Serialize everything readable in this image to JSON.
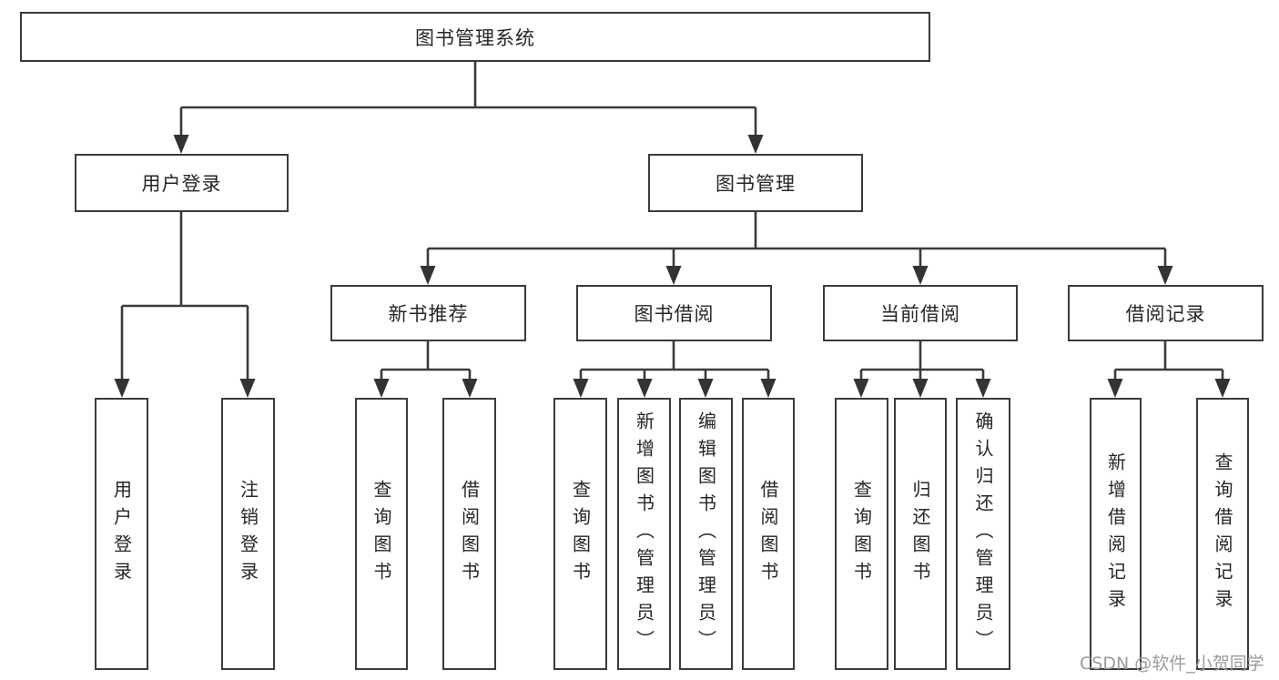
{
  "diagram": {
    "title": "图书管理系统",
    "user_login_branch": {
      "label": "用户登录",
      "children": [
        "用户登录",
        "注销登录"
      ]
    },
    "book_mgmt_branch": {
      "label": "图书管理"
    },
    "new_book": {
      "label": "新书推荐",
      "children": [
        "查询图书",
        "借阅图书"
      ]
    },
    "borrow": {
      "label": "图书借阅",
      "children": [
        "查询图书",
        "新增图书（管理员）",
        "编辑图书（管理员）",
        "借阅图书"
      ]
    },
    "current": {
      "label": "当前借阅",
      "children": [
        "查询图书",
        "归还图书",
        "确认归还（管理员）"
      ]
    },
    "records": {
      "label": "借阅记录",
      "children": [
        "新增借阅记录",
        "查询借阅记录"
      ]
    }
  },
  "colors": {
    "line": "#3b3b3b",
    "box_border": "#3b3b3b",
    "text": "#262626",
    "watermark": "#9b9b9b",
    "background": "#ffffff"
  },
  "watermark": {
    "text": "CSDN @软件_小贺同学"
  }
}
